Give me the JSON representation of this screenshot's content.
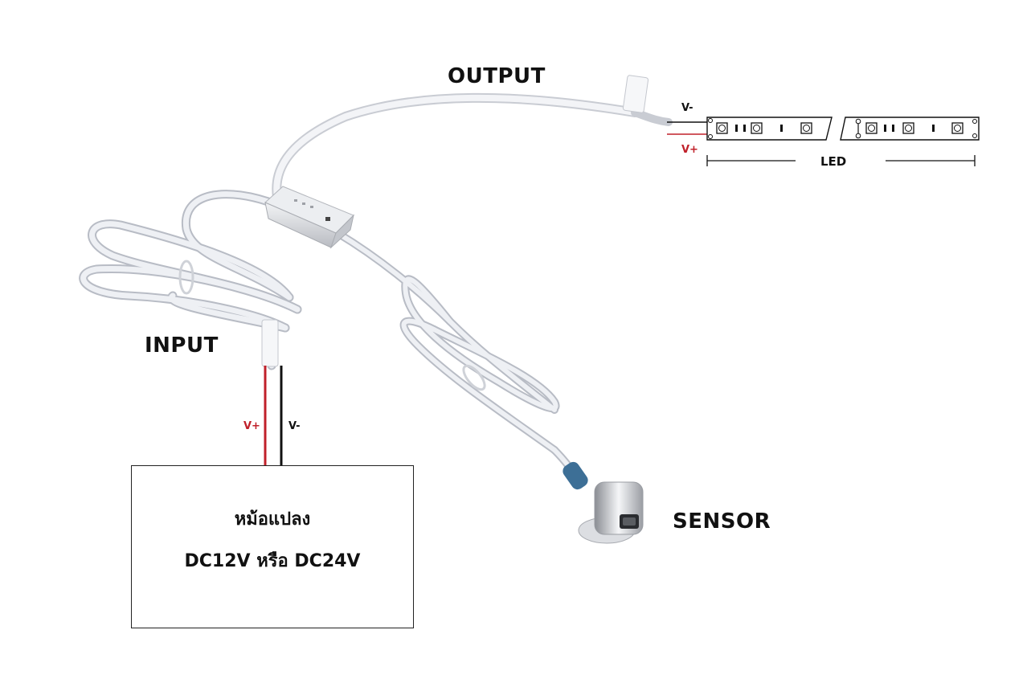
{
  "labels": {
    "output": "OUTPUT",
    "input": "INPUT",
    "sensor": "SENSOR",
    "led": "LED",
    "input_vplus": "V+",
    "input_vminus": "V-",
    "led_vminus": "V-",
    "led_vplus": "V+"
  },
  "transformer": {
    "line1": "หม้อแปลง",
    "line2": "DC12V หรือ DC24V"
  },
  "colors": {
    "positive_wire": "#c0202a",
    "negative_wire": "#111111",
    "cable": "#e6e8ee",
    "sensor_sleeve": "#3d6f96",
    "controller": "#d4d6da"
  }
}
